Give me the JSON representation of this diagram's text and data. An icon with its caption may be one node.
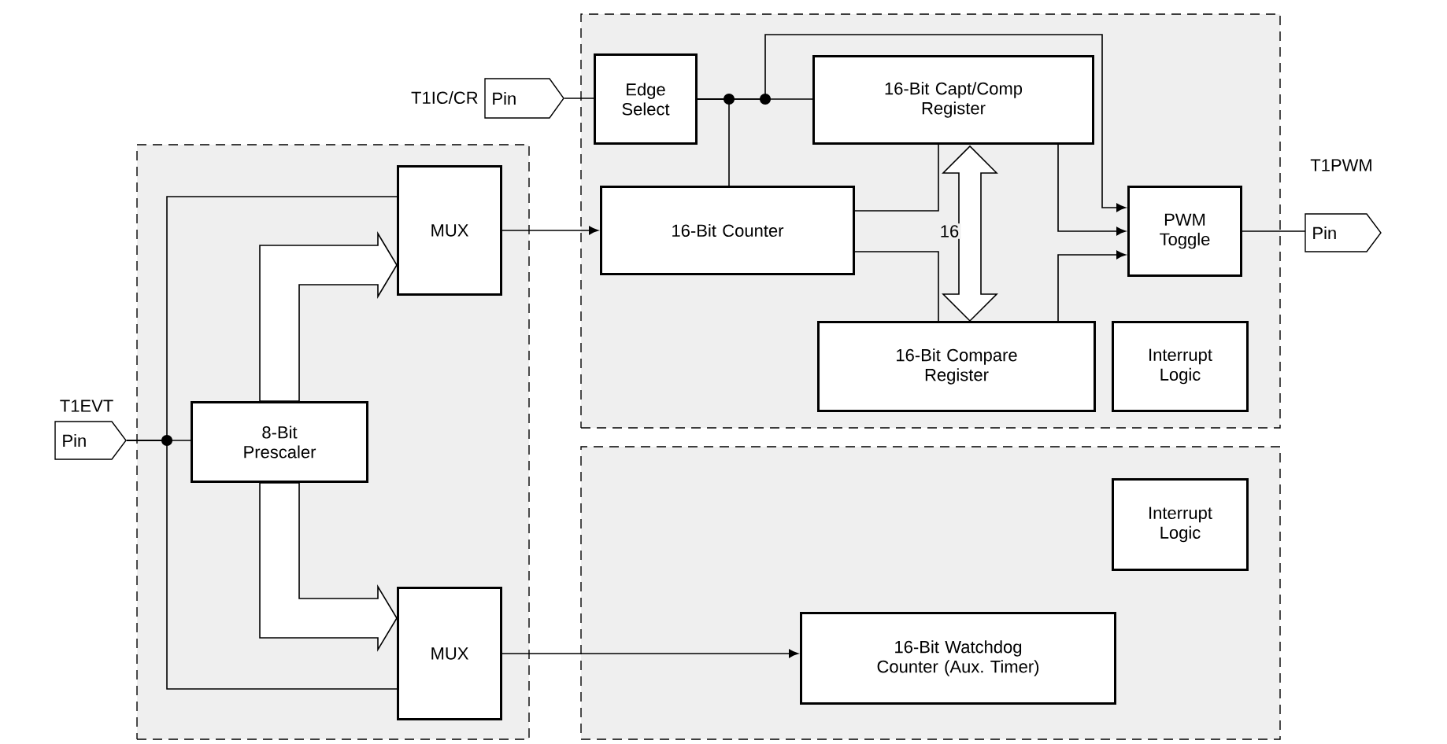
{
  "diagram": {
    "nodes": [
      {
        "text": [
          "Pin"
        ],
        "beside": [
          "T1IC/CR"
        ]
      },
      {
        "text": [],
        "shape": "box"
      },
      {
        "text": [
          "Edge Select"
        ],
        "in": 1
      },
      {
        "text": [
          "16-Bit Capt/Comp Register"
        ],
        "in": 1
      },
      {
        "text": [
          "PWM Toggle"
        ],
        "in": 1
      },
      {
        "text": [
          "Pin"
        ],
        "beside": [
          "T1PWM"
        ]
      },
      {
        "text": [],
        "shape": "box"
      },
      {
        "text": [
          "MUX"
        ],
        "in": 6
      },
      {
        "text": [
          "16-Bit Counter"
        ],
        "in": 1
      },
      {
        "text": [
          "16-Bit Compare Register"
        ],
        "in": 1
      },
      {
        "text": [
          "Interrupt Logic"
        ],
        "in": 1
      },
      {
        "text": [
          "Pin"
        ],
        "beside": [
          "T1EVT"
        ]
      },
      {
        "text": [
          "8-Bit Prescaler"
        ],
        "in": 6
      },
      {
        "text": [],
        "shape": "box"
      },
      {
        "text": [
          "Interrupt Logic"
        ],
        "in": 13
      },
      {
        "text": [
          "MUX"
        ],
        "in": 6
      },
      {
        "text": [
          "16-Bit Watchdog Counter (Aux. Timer)"
        ],
        "in": 13
      }
    ],
    "edges": [
      {
        "from": 0,
        "to": 2,
        "arrow": "none"
      },
      {
        "from": 2,
        "to": 3,
        "arrow": "none"
      },
      {
        "from": 2,
        "to": 8,
        "arrow": "none"
      },
      {
        "from": 2,
        "to": 4,
        "arrow": "to"
      },
      {
        "from": 3,
        "to": 4,
        "arrow": "to"
      },
      {
        "from": 9,
        "to": 4,
        "arrow": "to"
      },
      {
        "from": 3,
        "to": 9,
        "arrow": "both",
        "label": "16",
        "style": "thick"
      },
      {
        "from": 8,
        "to": 3,
        "arrow": "none"
      },
      {
        "from": 8,
        "to": 9,
        "arrow": "none"
      },
      {
        "from": 7,
        "to": 8,
        "arrow": "to"
      },
      {
        "from": 11,
        "to": 7,
        "arrow": "none"
      },
      {
        "from": 11,
        "to": 12,
        "arrow": "none"
      },
      {
        "from": 11,
        "to": 15,
        "arrow": "none"
      },
      {
        "from": 12,
        "to": 7,
        "arrow": "to",
        "style": "thick"
      },
      {
        "from": 12,
        "to": 15,
        "arrow": "to",
        "style": "thick"
      },
      {
        "from": 15,
        "to": 16,
        "arrow": "to"
      },
      {
        "from": 4,
        "to": 5,
        "arrow": "none"
      }
    ]
  }
}
